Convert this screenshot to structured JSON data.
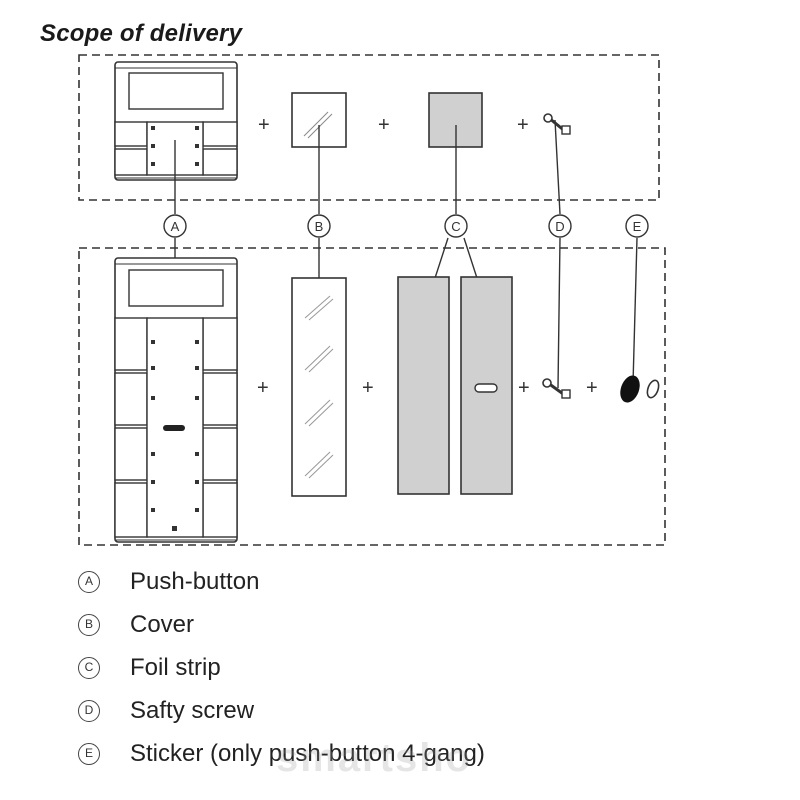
{
  "title": "Scope of delivery",
  "plus_sign": "+",
  "callouts": {
    "a": "A",
    "b": "B",
    "c": "C",
    "d": "D",
    "e": "E"
  },
  "legend": [
    {
      "letter": "A",
      "label": "Push-button"
    },
    {
      "letter": "B",
      "label": "Cover"
    },
    {
      "letter": "C",
      "label": "Foil strip"
    },
    {
      "letter": "D",
      "label": "Safty screw"
    },
    {
      "letter": "E",
      "label": "Sticker (only push-button 4-gang)"
    }
  ],
  "watermark": "smartsho",
  "colors": {
    "line": "#333333",
    "foil_fill": "#d0d0d0",
    "watermark": "#969696"
  }
}
